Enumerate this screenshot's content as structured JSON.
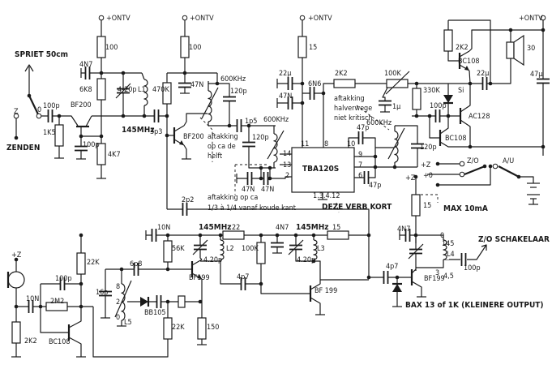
{
  "schematic": {
    "colors": {
      "ink": "#1a1a1a",
      "paper": "#ffffff"
    },
    "labels": [
      "+ONTV",
      "+ONTV",
      "+ONTV",
      "+ONTV",
      "100",
      "100",
      "SPRIET 50cm",
      "4N7",
      "6K8",
      "4-20p",
      "L1",
      "470K",
      "47N",
      "600KHz",
      "120p",
      "0",
      "100p",
      "BF200",
      "Z",
      "ZENDEN",
      "1K5",
      "145MHz",
      "3p3",
      "100p",
      "4K7",
      "BF200",
      "aftakking",
      "op ca de",
      "helft",
      "1p5",
      "120p",
      "600KHz",
      "47N",
      "47N",
      "aftakking op ca",
      "1/3 à 1/4 vanaf koude kant",
      "2p2",
      "15",
      "22µ",
      "6N6",
      "2K2",
      "100K",
      "47N",
      "aftakking",
      "halverwege",
      "niet kritisch",
      "1µ",
      "330K",
      "Si",
      "2K2",
      "BC108",
      "22µ",
      "30",
      "47µ",
      "100p",
      "AC128",
      "600KHz",
      "47p",
      "120p",
      "BC108",
      "11",
      "8",
      "10",
      "14",
      "13",
      "2",
      "9",
      "7",
      "6",
      "TBA120S",
      "1.3.4.12",
      "47p",
      "+Z",
      "Z/O",
      "A/U",
      "+0",
      "+Z",
      "15",
      "MAX  10mA",
      "DEZE VERB KORT",
      "10N",
      "145MHz",
      "22",
      "4N7",
      "145MHz",
      "15",
      "56K",
      "L2",
      "100K",
      "L3",
      "4.20p",
      "4.20p",
      "6p8",
      "4p7",
      "BF199",
      "BF 199",
      "+Z",
      "22K",
      "100p",
      "16p",
      "8",
      "2",
      "0",
      "L5",
      "BB105",
      "10N",
      "2M2",
      "2K2",
      "BC108",
      "22K",
      "150",
      "4N7",
      "0",
      "145",
      "L4",
      "Z/O SCHAKELAAR",
      "100p",
      "3",
      "4,5",
      "4p7",
      "BF199",
      "BAX 13 of 1K (KLEINERE OUTPUT)"
    ]
  }
}
